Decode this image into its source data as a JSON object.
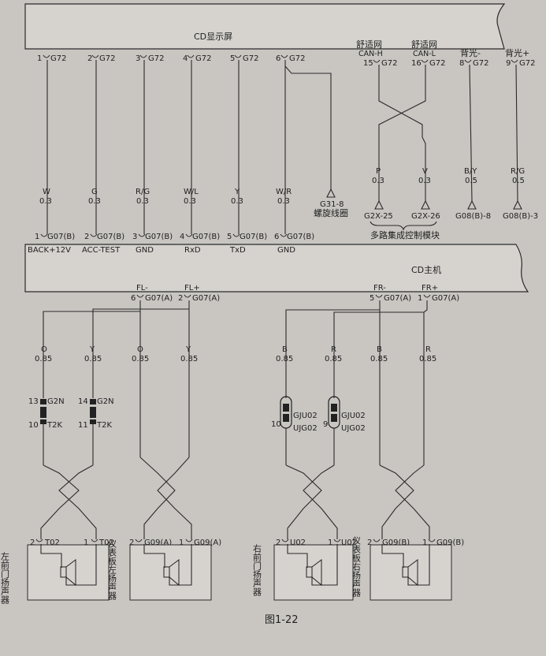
{
  "cd_display": {
    "title": "CD显示屏",
    "pins": [
      {
        "n": "1",
        "code": "G72"
      },
      {
        "n": "2",
        "code": "G72"
      },
      {
        "n": "3",
        "code": "G72"
      },
      {
        "n": "4",
        "code": "G72"
      },
      {
        "n": "5",
        "code": "G72"
      },
      {
        "n": "6",
        "code": "G72"
      },
      {
        "n": "15",
        "code": "G72",
        "label1": "舒适网",
        "label2": "CAN-H"
      },
      {
        "n": "16",
        "code": "G72",
        "label1": "舒适网",
        "label2": "CAN-L"
      },
      {
        "n": "8",
        "code": "G72",
        "label1": "背光-"
      },
      {
        "n": "9",
        "code": "G72",
        "label1": "背光+"
      }
    ]
  },
  "upper_wires": [
    {
      "color": "W",
      "gauge": "0.3"
    },
    {
      "color": "G",
      "gauge": "0.3"
    },
    {
      "color": "R/G",
      "gauge": "0.3"
    },
    {
      "color": "W/L",
      "gauge": "0.3"
    },
    {
      "color": "Y",
      "gauge": "0.3"
    },
    {
      "color": "W/R",
      "gauge": "0.3"
    },
    {
      "color": "P",
      "gauge": "0.3"
    },
    {
      "color": "V",
      "gauge": "0.3"
    },
    {
      "color": "B/Y",
      "gauge": "0.5"
    },
    {
      "color": "R/G",
      "gauge": "0.5"
    }
  ],
  "grounds": [
    {
      "code": "G31-8",
      "label": "螺旋线圈"
    },
    {
      "code": "G2X-25"
    },
    {
      "code": "G2X-26"
    },
    {
      "code": "G08(B)-8"
    },
    {
      "code": "G08(B)-3"
    }
  ],
  "module_label": "多路集成控制模块",
  "cd_host": {
    "title": "CD主机",
    "top_pins": [
      {
        "n": "1",
        "code": "G07(B)",
        "name": "BACK+12V"
      },
      {
        "n": "2",
        "code": "G07(B)",
        "name": "ACC-TEST"
      },
      {
        "n": "3",
        "code": "G07(B)",
        "name": "GND"
      },
      {
        "n": "4",
        "code": "G07(B)",
        "name": "RxD"
      },
      {
        "n": "5",
        "code": "G07(B)",
        "name": "TxD"
      },
      {
        "n": "6",
        "code": "G07(B)",
        "name": "GND"
      }
    ],
    "bottom_pins": [
      {
        "n": "6",
        "code": "G07(A)",
        "name": "FL-"
      },
      {
        "n": "2",
        "code": "G07(A)",
        "name": "FL+"
      },
      {
        "n": "5",
        "code": "G07(A)",
        "name": "FR-"
      },
      {
        "n": "1",
        "code": "G07(A)",
        "name": "FR+"
      }
    ]
  },
  "lower_wires": [
    {
      "color": "O",
      "gauge": "0.85"
    },
    {
      "color": "Y",
      "gauge": "0.85"
    },
    {
      "color": "O",
      "gauge": "0.85"
    },
    {
      "color": "Y",
      "gauge": "0.85"
    },
    {
      "color": "B",
      "gauge": "0.85"
    },
    {
      "color": "R",
      "gauge": "0.85"
    },
    {
      "color": "B",
      "gauge": "0.85"
    },
    {
      "color": "R",
      "gauge": "0.85"
    }
  ],
  "inline_connectors": [
    {
      "top_n": "13",
      "top_code": "G2N",
      "bot_n": "10",
      "bot_code": "T2K"
    },
    {
      "top_n": "14",
      "top_code": "G2N",
      "bot_n": "11",
      "bot_code": "T2K"
    },
    {
      "top_n": "10",
      "top_code": "GJU02",
      "bot_n": "",
      "bot_code": "UJG02"
    },
    {
      "top_n": "9",
      "top_code": "GJU02",
      "bot_n": "",
      "bot_code": "UJG02"
    }
  ],
  "speakers": [
    {
      "label": "左前门扬声器",
      "pinA": "2",
      "codeA": "T02",
      "pinB": "1",
      "codeB": "T02"
    },
    {
      "label": "仪表板左扬声器",
      "pinA": "2",
      "codeA": "G09(A)",
      "pinB": "1",
      "codeB": "G09(A)"
    },
    {
      "label": "右前门扬声器",
      "pinA": "2",
      "codeA": "U02",
      "pinB": "1",
      "codeB": "U02"
    },
    {
      "label": "仪表板右扬声器",
      "pinA": "2",
      "codeA": "G09(B)",
      "pinB": "1",
      "codeB": "G09(B)"
    }
  ],
  "figure_caption": "图1-22"
}
